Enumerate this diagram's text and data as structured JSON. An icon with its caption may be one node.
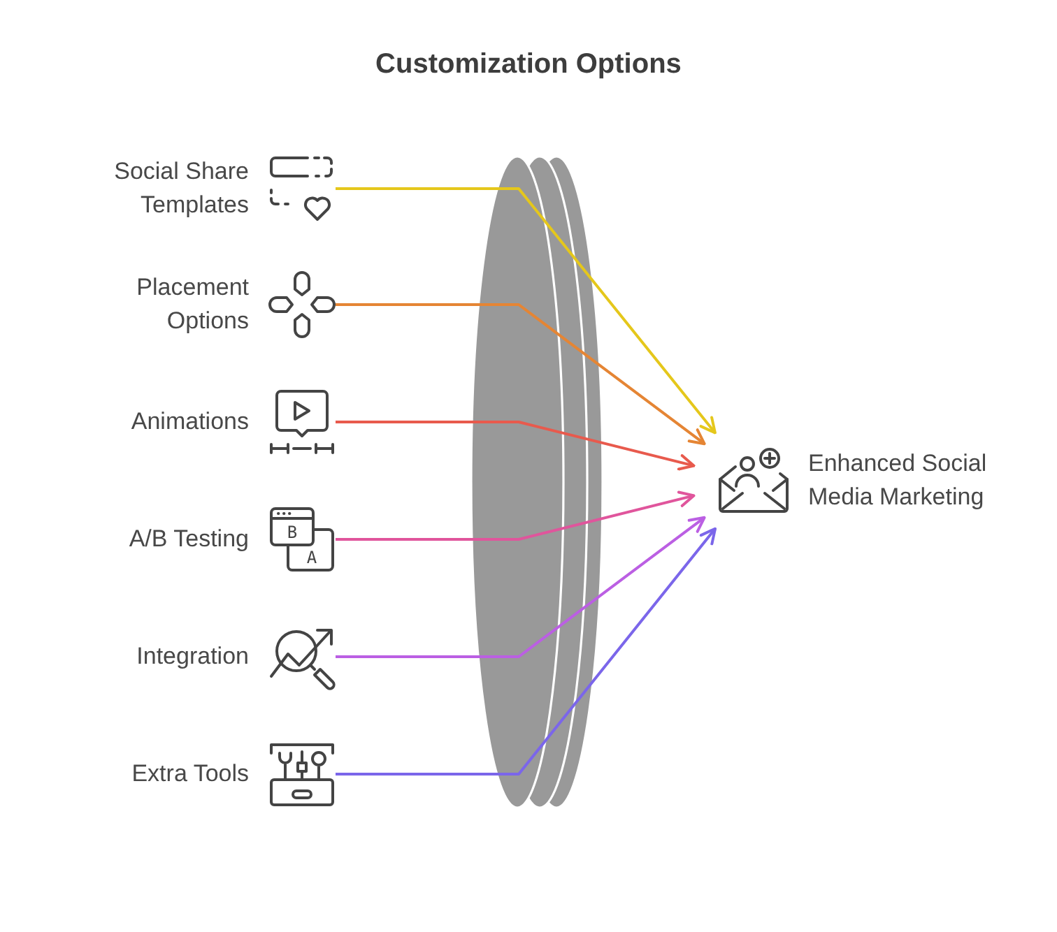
{
  "diagram": {
    "title": "Customization Options",
    "nodes": [
      {
        "text": [
          "Social Share Templates"
        ]
      },
      {
        "text": [
          "Placement Options"
        ]
      },
      {
        "text": [
          "Animations"
        ]
      },
      {
        "text": [
          "A/B Testing"
        ]
      },
      {
        "text": [
          "Integration"
        ]
      },
      {
        "text": [
          "Extra Tools"
        ]
      },
      {
        "text": [
          "Enhanced Social Media Marketing"
        ]
      }
    ],
    "edges": [
      {
        "from": 0,
        "to": 6,
        "arrow": "to",
        "color": "#e5c71b"
      },
      {
        "from": 1,
        "to": 6,
        "arrow": "to",
        "color": "#e58534"
      },
      {
        "from": 2,
        "to": 6,
        "arrow": "to",
        "color": "#e85a4d"
      },
      {
        "from": 3,
        "to": 6,
        "arrow": "to",
        "color": "#e0559c"
      },
      {
        "from": 4,
        "to": 6,
        "arrow": "to",
        "color": "#bb5fe3"
      },
      {
        "from": 5,
        "to": 6,
        "arrow": "to",
        "color": "#7b66ea"
      }
    ],
    "labels": [
      "B",
      "A"
    ]
  }
}
